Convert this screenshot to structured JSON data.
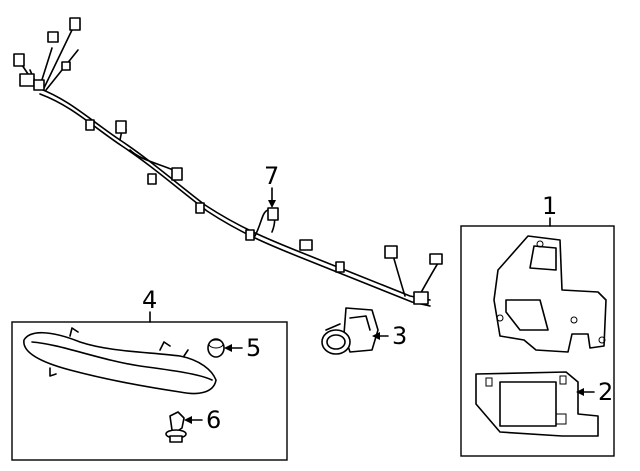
{
  "diagram": {
    "callouts": [
      {
        "id": "1",
        "label": "1"
      },
      {
        "id": "2",
        "label": "2"
      },
      {
        "id": "3",
        "label": "3"
      },
      {
        "id": "4",
        "label": "4"
      },
      {
        "id": "5",
        "label": "5"
      },
      {
        "id": "6",
        "label": "6"
      },
      {
        "id": "7",
        "label": "7"
      }
    ],
    "parts": [
      {
        "callout": "1",
        "icon": "bracket-icon"
      },
      {
        "callout": "2",
        "icon": "sensor-module-icon"
      },
      {
        "callout": "3",
        "icon": "parking-sensor-icon"
      },
      {
        "callout": "4",
        "icon": "reflector-lamp-icon"
      },
      {
        "callout": "5",
        "icon": "grommet-icon"
      },
      {
        "callout": "6",
        "icon": "push-clip-icon"
      },
      {
        "callout": "7",
        "icon": "wire-harness-icon"
      }
    ],
    "line_color": "#000000",
    "background": "#ffffff"
  }
}
